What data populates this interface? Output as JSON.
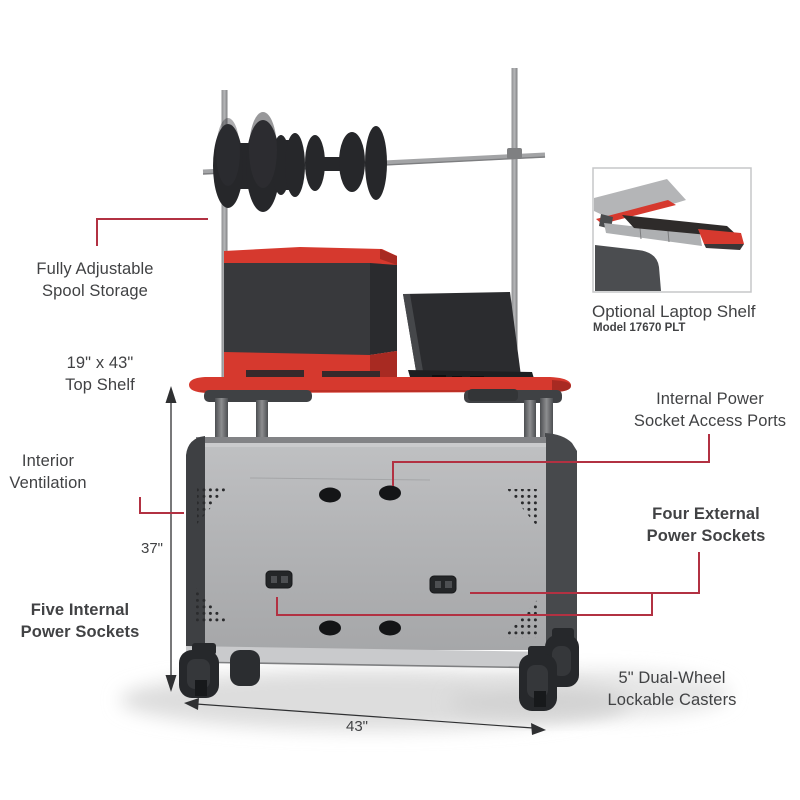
{
  "colors": {
    "accent_red": "#d6392e",
    "accent_red_dark": "#a82a22",
    "callout_red": "#b23142",
    "text_color": "#414244",
    "line_color": "#2f3032"
  },
  "callouts": {
    "spool_storage": {
      "line1": "Fully Adjustable",
      "line2": "Spool Storage"
    },
    "top_shelf": {
      "line1": "19\" x 43\"",
      "line2": "Top Shelf"
    },
    "interior_ventilation": {
      "line1": "Interior",
      "line2": "Ventilation"
    },
    "five_internal": {
      "line1": "Five Internal",
      "line2": "Power Sockets"
    },
    "internal_ports": {
      "line1": "Internal Power",
      "line2": "Socket Access Ports"
    },
    "four_external": {
      "line1": "Four External",
      "line2": "Power Sockets"
    },
    "casters": {
      "line1": "5\" Dual-Wheel",
      "line2": "Lockable Casters"
    }
  },
  "dimensions": {
    "height": "37\"",
    "width": "43\""
  },
  "inset": {
    "title": "Optional Laptop Shelf",
    "model": "Model 17670 PLT"
  }
}
